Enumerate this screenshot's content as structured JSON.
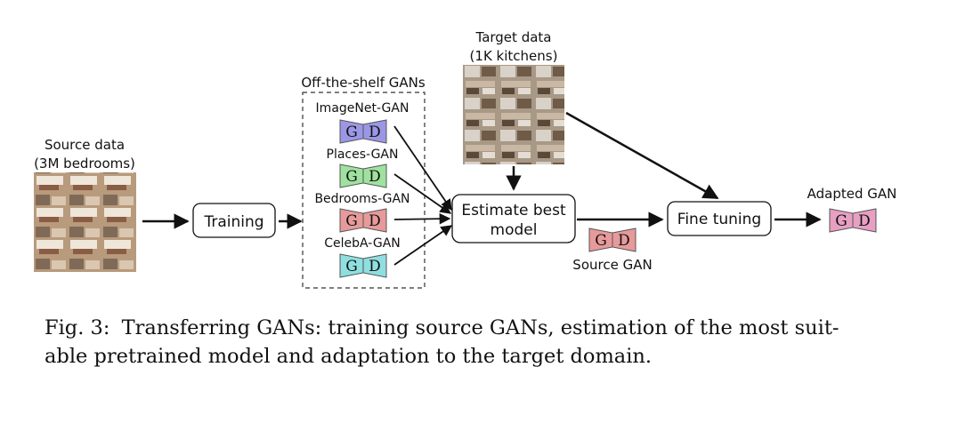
{
  "source": {
    "title_line1": "Source data",
    "title_line2": "(3M bedrooms)"
  },
  "training_label": "Training",
  "gans_group": {
    "title": "Off-the-shelf GANs",
    "items": [
      {
        "label": "ImageNet-GAN",
        "color": "#9b97e6"
      },
      {
        "label": "Places-GAN",
        "color": "#9fe29f"
      },
      {
        "label": "Bedrooms-GAN",
        "color": "#e79a9a"
      },
      {
        "label": "CelebA-GAN",
        "color": "#8fdfe0"
      }
    ]
  },
  "gd": {
    "g": "G",
    "d": "D"
  },
  "target": {
    "title_line1": "Target data",
    "title_line2": "(1K kitchens)"
  },
  "estimate": {
    "line1": "Estimate best",
    "line2": "model"
  },
  "source_gan": {
    "label": "Source GAN",
    "color": "#e79a9a"
  },
  "fine_tuning_label": "Fine tuning",
  "adapted_gan": {
    "label": "Adapted GAN",
    "color": "#e7a0c2"
  },
  "caption": {
    "number": "Fig. 3:",
    "line1": "Transferring GANs: training source GANs, estimation of the most suit-",
    "line2": "able pretrained model and adaptation to the target domain."
  }
}
